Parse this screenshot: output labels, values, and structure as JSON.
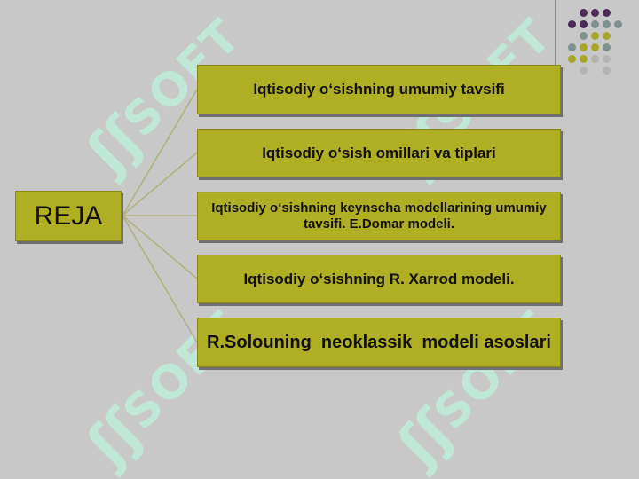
{
  "root": {
    "label": "REJA"
  },
  "items": [
    {
      "label": "Iqtisodiy o‘sishning umumiy tavsifi"
    },
    {
      "label": "Iqtisodiy o‘sish omillari va tiplari"
    },
    {
      "label": "Iqtisodiy o‘sishning keynscha modellarining umumiy tavsifi. E.Domar modeli."
    },
    {
      "label": "Iqtisodiy o‘sishning R. Xarrod modeli."
    },
    {
      "label": "R.Solouning  neoklassik  modeli asoslari"
    }
  ],
  "watermark": {
    "text": "SOFT"
  },
  "colors": {
    "background": "#c8c8c8",
    "box_fill": "#b0ae22",
    "connector": "#b2b07a",
    "dot_purple": "#4b2a55",
    "dot_gray": "#7e9090",
    "dot_olive": "#a8a62a",
    "dot_light": "#b4b4b4"
  }
}
